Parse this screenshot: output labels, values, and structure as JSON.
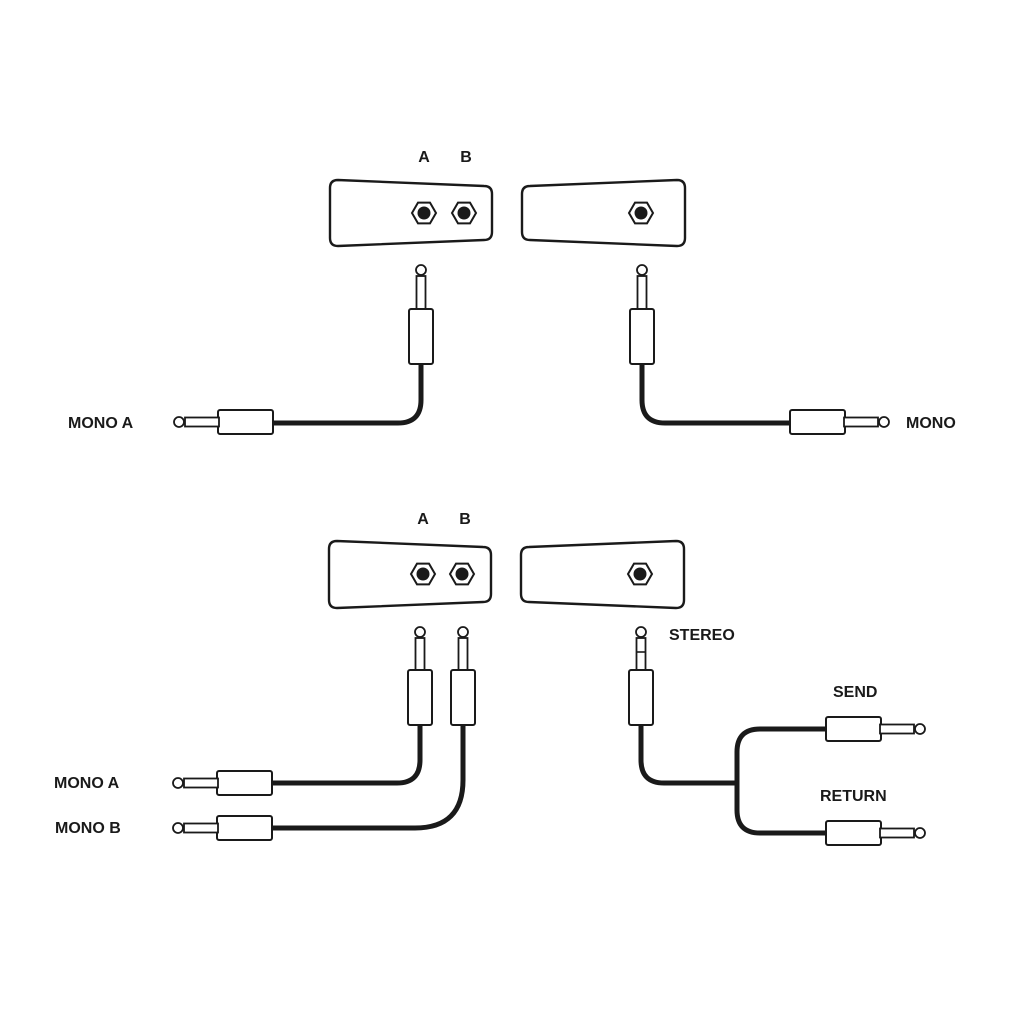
{
  "colors": {
    "ink": "#1a1a1a",
    "background": "#ffffff"
  },
  "top": {
    "jack_a_label": "A",
    "jack_b_label": "B",
    "left_plug_label": "MONO A",
    "right_plug_label": "MONO"
  },
  "bottom": {
    "jack_a_label": "A",
    "jack_b_label": "B",
    "left_plug_a_label": "MONO A",
    "left_plug_b_label": "MONO B",
    "stereo_label": "STEREO",
    "send_label": "SEND",
    "return_label": "RETURN"
  }
}
